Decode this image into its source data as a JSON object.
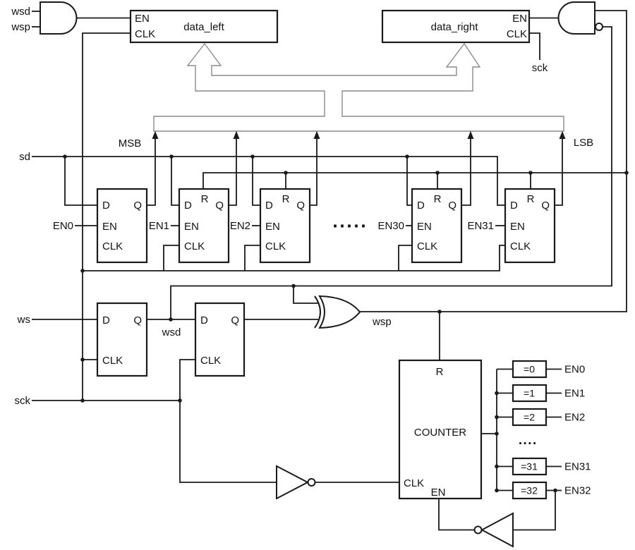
{
  "colors": {
    "wire": "#1a1a1a",
    "bus_outline": "#8a8a8a",
    "background": "#ffffff"
  },
  "labels": {
    "inputs": {
      "wsd": "wsd",
      "wsp": "wsp",
      "sd": "sd",
      "ws": "ws",
      "sck": "sck"
    },
    "nets": {
      "wsd": "wsd",
      "wsp": "wsp",
      "sck": "sck",
      "msb": "MSB",
      "lsb": "LSB"
    },
    "pins": {
      "d": "D",
      "q": "Q",
      "r": "R",
      "en": "EN",
      "clk": "CLK"
    },
    "registers": {
      "left": "data_left",
      "right": "data_right"
    },
    "counter_title": "COUNTER",
    "row_enables": {
      "en0": "EN0",
      "en1": "EN1",
      "en2": "EN2",
      "en30": "EN30",
      "en31": "EN31"
    },
    "out_enables": {
      "en0": "EN0",
      "en1": "EN1",
      "en2": "EN2",
      "en31": "EN31",
      "en32": "EN32"
    },
    "comparators": [
      "=0",
      "=1",
      "=2",
      "=31",
      "=32"
    ],
    "ellipsis_row": "·····",
    "ellipsis_cmp": "····"
  }
}
